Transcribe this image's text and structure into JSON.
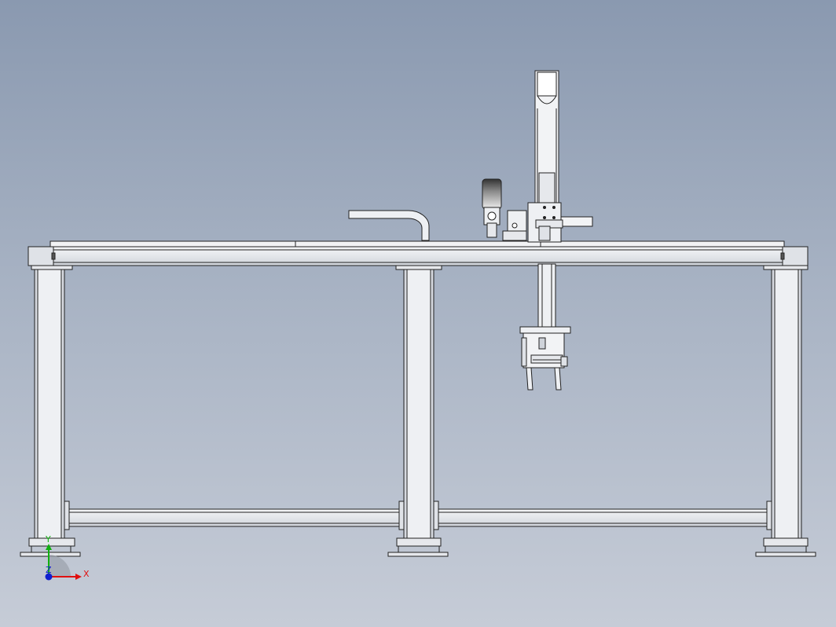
{
  "viewport": {
    "background_top": "#8a99b0",
    "background_bottom": "#c6ccd7"
  },
  "model": {
    "line_color": "#222222",
    "fill_color": "#e9ebef",
    "shade_color": "#cdd1d8"
  },
  "triad": {
    "x_label": "X",
    "y_label": "Y",
    "z_label": "Z",
    "x_color": "#e01010",
    "y_color": "#10b010",
    "z_color": "#1020d0"
  }
}
